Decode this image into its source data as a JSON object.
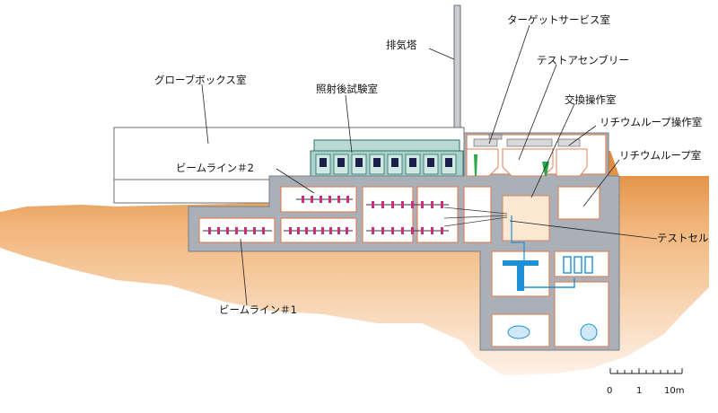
{
  "labels": {
    "exhaust_tower": "排気塔",
    "target_service_room": "ターゲットサービス室",
    "test_assembly": "テストアセンブリー",
    "exchange_operation_room": "交換操作室",
    "glovebox_room": "グローブボックス室",
    "post_irradiation_room": "照射後試験室",
    "lithium_loop_operation_room": "リチウムループ操作室",
    "lithium_loop_room": "リチウムループ室",
    "beamline_2": "ビームライン＃2",
    "beamline_1": "ビームライン＃1",
    "test_cell": "テストセル"
  },
  "scale": {
    "tick_0": "0",
    "tick_1": "1",
    "tick_10": "10m"
  },
  "colors": {
    "ground": "#e08a2c",
    "ground_light": "#fbe7d2",
    "concrete": "#a9b0b8",
    "room_line": "#e0825a",
    "building": "#b9dad4",
    "magnet": "#cc2f7a",
    "blue_equipment": "#1e90d8",
    "green_item": "#2aa84a"
  }
}
